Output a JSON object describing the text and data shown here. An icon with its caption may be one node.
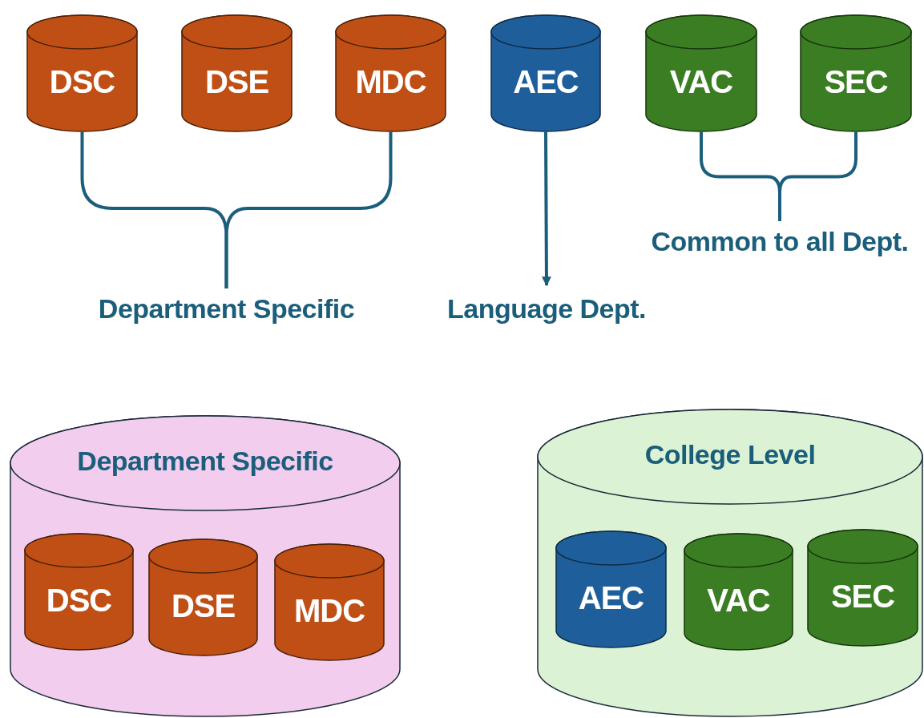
{
  "diagram": {
    "nodes": [
      {
        "text": [
          "DSC"
        ]
      },
      {
        "text": [
          "DSE"
        ]
      },
      {
        "text": [
          "MDC"
        ]
      },
      {
        "text": [
          "AEC"
        ]
      },
      {
        "text": [
          "VAC"
        ]
      },
      {
        "text": [
          "SEC"
        ]
      },
      {
        "text": [
          "Department Specific"
        ]
      },
      {
        "text": [
          "Language Dept."
        ]
      },
      {
        "text": [
          "Common to all Dept."
        ]
      },
      {
        "text": [
          "Department Specific"
        ]
      },
      {
        "text": [
          "DSC"
        ],
        "in": 9
      },
      {
        "text": [
          "DSE"
        ],
        "in": 9
      },
      {
        "text": [
          "MDC"
        ],
        "in": 9
      },
      {
        "text": [
          "College Level"
        ]
      },
      {
        "text": [
          "AEC"
        ],
        "in": 13
      },
      {
        "text": [
          "VAC"
        ],
        "in": 13
      },
      {
        "text": [
          "SEC"
        ],
        "in": 13
      }
    ],
    "edges": [
      {
        "from": 0,
        "to": 6,
        "arrow": "none"
      },
      {
        "from": 2,
        "to": 6,
        "arrow": "none"
      },
      {
        "from": 3,
        "to": 7,
        "arrow": "to"
      },
      {
        "from": 4,
        "to": 8,
        "arrow": "none"
      },
      {
        "from": 5,
        "to": 8,
        "arrow": "none"
      }
    ]
  }
}
